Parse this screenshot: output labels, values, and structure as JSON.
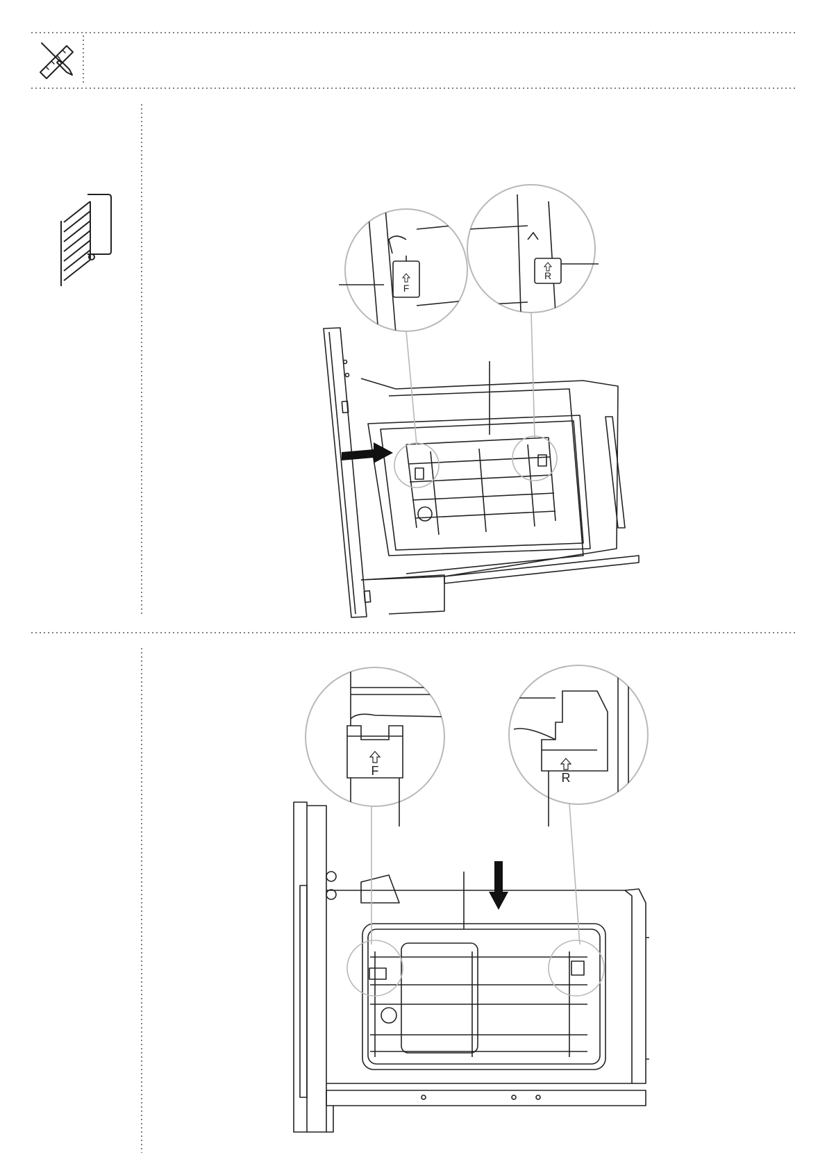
{
  "header": {
    "icon": "screwdriver-ruler-icon"
  },
  "step1": {
    "thumbnail_icon": "oven-rack-guides-icon",
    "arrow_direction": "right",
    "bracket_front": {
      "letter": "F"
    },
    "bracket_rear": {
      "letter": "R"
    }
  },
  "step2": {
    "arrow_direction": "down",
    "bracket_front": {
      "letter": "F"
    },
    "bracket_rear": {
      "letter": "R"
    }
  },
  "colors": {
    "line": "#222222",
    "dotted": "#555555",
    "callout": "#b8b8b8",
    "arrow": "#111111"
  }
}
